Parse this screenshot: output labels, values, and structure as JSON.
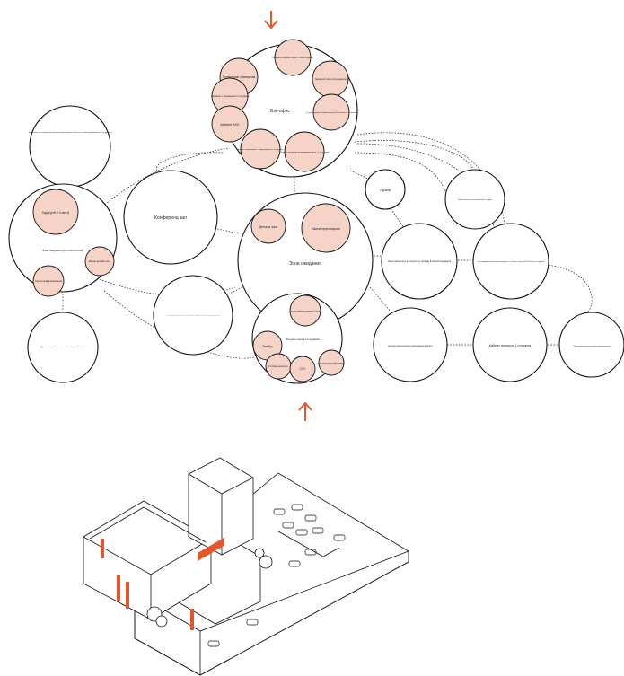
{
  "colors": {
    "accent": "#e4572e",
    "bubble": "#f6d3c7",
    "line": "#111111"
  },
  "nodes": {
    "back_office": "Бэк-офис",
    "tech_rooms": "Технические помещения",
    "room_kitchen": "Комната приёма пищи + Зона отдыха",
    "wardrobe": "Гардероб для сотрудников",
    "serving_office": "1 кабинет + Серверная 1 сотрудник",
    "wc_staff": "С/у для сотрудников Раздельный для М (2 кабинки) и Ж (2 кабинки)",
    "aho": "Кабинет АХО",
    "head_office": "Кабинет начальника + Переговорная 1 сотрудник",
    "specialists": "Отдел(ы) специалистов (например юрист) ~2 сотрудника",
    "visitors_area": "Зона работы с посетителями Обособленные кабинеты 2 кабинета + кабинет руководителя (4 сотрудника)",
    "conference": "Конференц зал",
    "waiting_zone": "Зона ожидания для посетителей",
    "wardrobe_visitors": "Гардероб (+4 мест)",
    "kids_zone_a": "Малая детская зона",
    "info_sector": "Сектор информирования",
    "wc_visitors_a": "С/у для посетителей Раздельный для М (2 кабинки) и Ж (1 кабинка)",
    "waiting_main": "Зона ожидания",
    "kids_zone": "Детская зона",
    "meeting_small": "Малые переговорные",
    "wc_visitors_b": "С/у для посетителей Раздельный для М (2 кабинки) и Ж (2 кабинки) С/у для МГН Комната матери и ребенка",
    "entrance": "Входная зона 3 сотрудника",
    "self_service": "Сектор цифровых сервисов (4 окна)",
    "vestibule": "Тамбур",
    "reception_desk": "Стойка ресепшн",
    "cctv": "ССУ",
    "electronic_queue": "Мобильная станция Цифр.рецепшн",
    "archive": "Архив",
    "primary_reception": "Зона первичного и вторичного приёма 8 окон\\сотрудников",
    "head_cabinet": "Кабинет заместителя начальника ЦЗН 1 сотрудник",
    "individual_work": "Отдел индивидуальной работы (развитие карьеры и т.п.) 2 кабинета 1 кабинет для МГН 3 окна всего 6 сотрудников",
    "electronic_sector": "Сектор электронного посещения 4 места",
    "psychologist": "Кабинет психолога 1 сотрудник",
    "collective_space": "Пространство для коллективной работы"
  }
}
